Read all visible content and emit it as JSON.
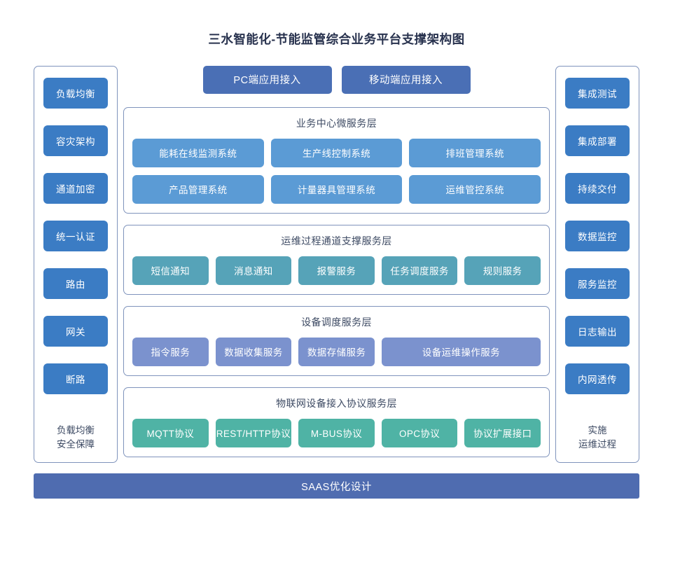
{
  "title": "三水智能化-节能监管综合业务平台支撑架构图",
  "colors": {
    "title_text": "#28324e",
    "card_border": "#7f93bc",
    "sidebar_chip": "#3b7cc4",
    "access_button": "#4a6fb5",
    "business_chip": "#5b9bd5",
    "channel_chip": "#56a3b8",
    "device_chip": "#7b92ce",
    "protocol_chip": "#4fb3a5",
    "saas_bar": "#4f6cb0"
  },
  "left_column": {
    "chips": [
      {
        "label": "负载均衡"
      },
      {
        "label": "容灾架构"
      },
      {
        "label": "通道加密"
      },
      {
        "label": "统一认证"
      },
      {
        "label": "路由"
      },
      {
        "label": "网关"
      },
      {
        "label": "断路"
      }
    ],
    "caption_lines": [
      "负载均衡",
      "安全保障"
    ]
  },
  "right_column": {
    "chips": [
      {
        "label": "集成测试"
      },
      {
        "label": "集成部署"
      },
      {
        "label": "持续交付"
      },
      {
        "label": "数据监控"
      },
      {
        "label": "服务监控"
      },
      {
        "label": "日志输出"
      },
      {
        "label": "内网透传"
      }
    ],
    "caption_lines": [
      "实施",
      "运维过程"
    ]
  },
  "access_buttons": [
    {
      "label": "PC端应用接入"
    },
    {
      "label": "移动端应用接入"
    }
  ],
  "layers": [
    {
      "title": "业务中心微服务层",
      "rows": [
        [
          {
            "label": "能耗在线监测系统"
          },
          {
            "label": "生产线控制系统"
          },
          {
            "label": "排班管理系统"
          }
        ],
        [
          {
            "label": "产品管理系统"
          },
          {
            "label": "计量器具管理系统"
          },
          {
            "label": "运维管控系统"
          }
        ]
      ]
    },
    {
      "title": "运维过程通道支撑服务层",
      "rows": [
        [
          {
            "label": "短信通知"
          },
          {
            "label": "消息通知"
          },
          {
            "label": "报警服务"
          },
          {
            "label": "任务调度服务"
          },
          {
            "label": "规则服务"
          }
        ]
      ]
    },
    {
      "title": "设备调度服务层",
      "rows": [
        [
          {
            "label": "指令服务"
          },
          {
            "label": "数据收集服务"
          },
          {
            "label": "数据存储服务"
          },
          {
            "label": "设备运维操作服务",
            "wide": true
          }
        ]
      ]
    },
    {
      "title": "物联网设备接入协议服务层",
      "rows": [
        [
          {
            "label": "MQTT协议"
          },
          {
            "label": "REST/HTTP协议"
          },
          {
            "label": "M-BUS协议"
          },
          {
            "label": "OPC协议"
          },
          {
            "label": "协议扩展接口"
          }
        ]
      ]
    }
  ],
  "saas_bar": {
    "label": "SAAS优化设计"
  }
}
